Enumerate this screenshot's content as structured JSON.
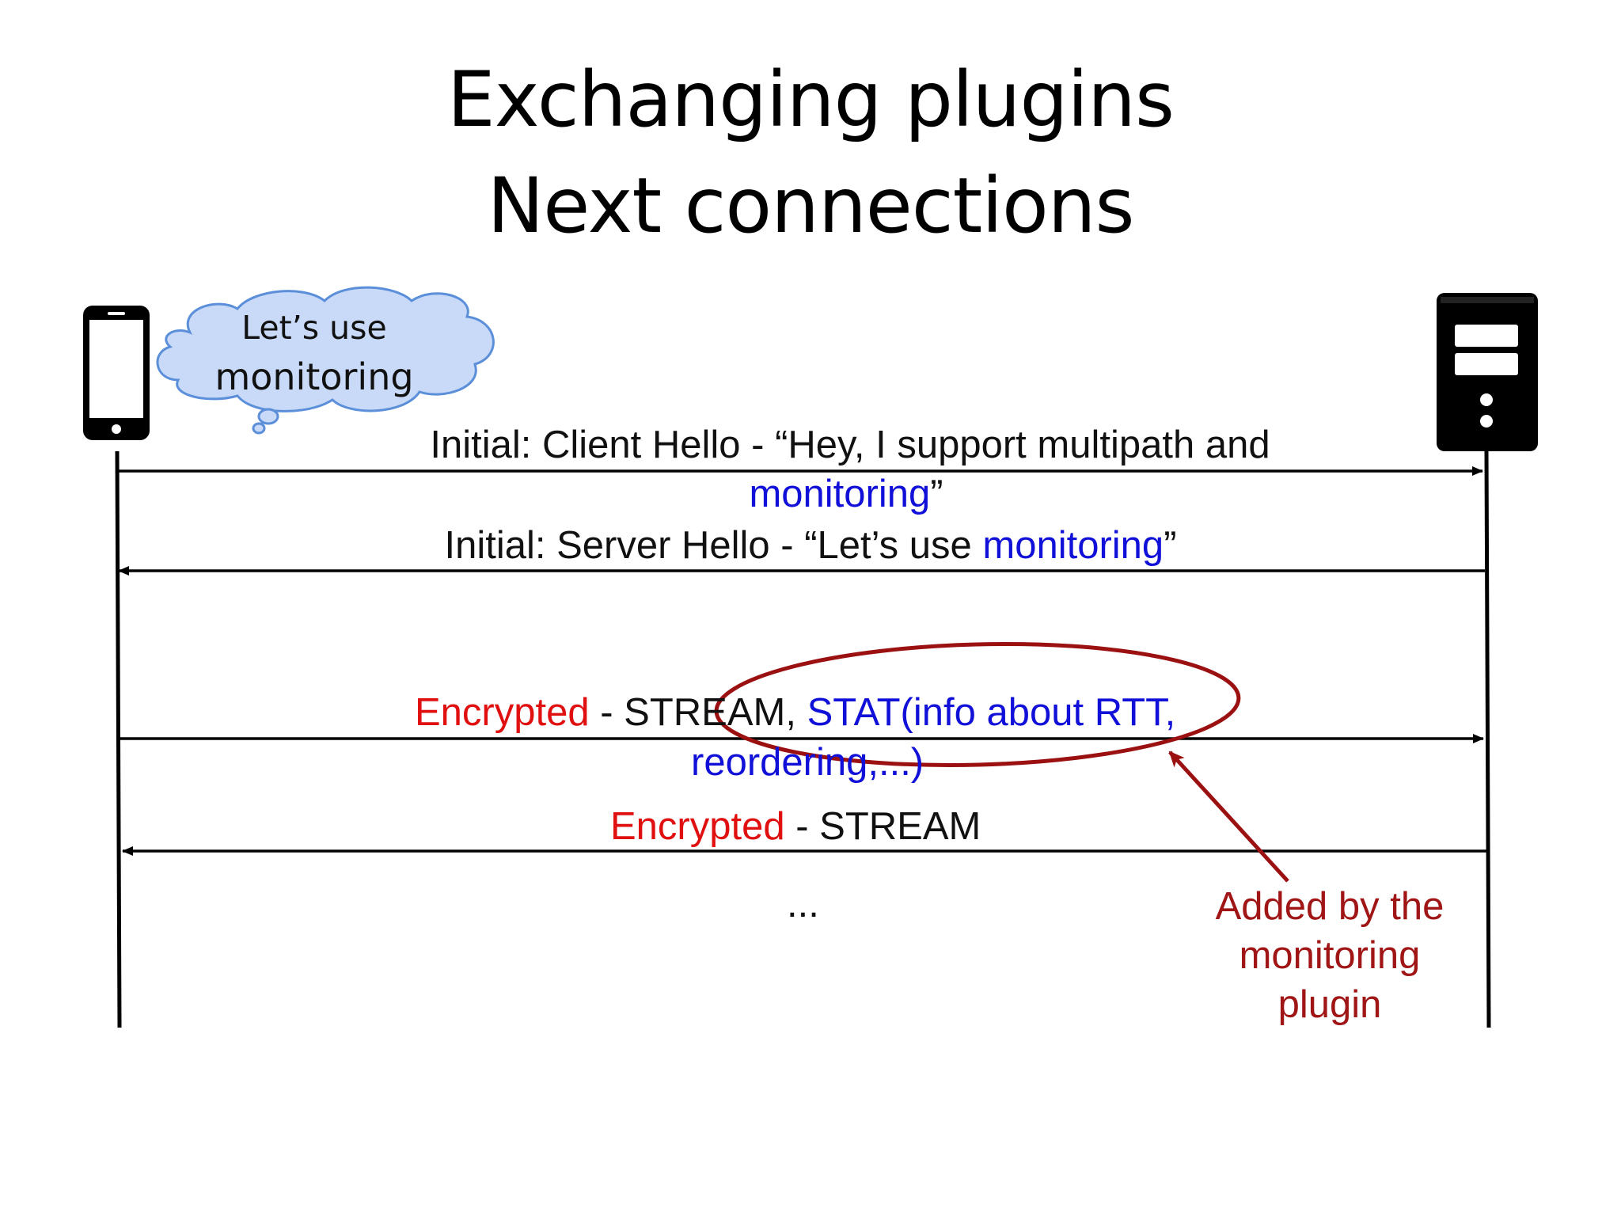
{
  "title": {
    "line1": "Exchanging plugins",
    "line2": "Next connections"
  },
  "actors": {
    "client": {
      "icon": "smartphone-icon"
    },
    "server": {
      "icon": "server-icon"
    }
  },
  "thought": {
    "line1": "Let’s use",
    "line2": "monitoring"
  },
  "messages": {
    "client_hello": {
      "part1": "Initial: Client Hello - “Hey, I support multipath and",
      "part2_blue": "monitoring",
      "part2_end": "”"
    },
    "server_hello": {
      "prefix": "Initial: Server Hello - “Let’s use ",
      "blue": "monitoring",
      "suffix": "”"
    },
    "encrypted_stat": {
      "red": "Encrypted",
      "black": " - STREAM, ",
      "blue1": "STAT(info about RTT,",
      "blue2": "reordering,...)"
    },
    "encrypted_stream": {
      "red": "Encrypted",
      "black": " - STREAM"
    },
    "ellipsis": "..."
  },
  "annotation": {
    "line1": "Added by the",
    "line2": "monitoring",
    "line3": "plugin"
  },
  "colors": {
    "blue_text": "#1010d8",
    "red_text": "#e01010",
    "annotation": "#a01515",
    "cloud_fill": "#c9daf8",
    "cloud_stroke": "#5b8fd9"
  }
}
